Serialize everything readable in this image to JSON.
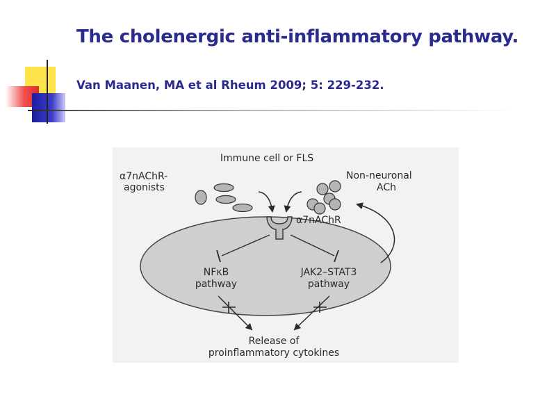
{
  "slide": {
    "title": "The cholenergic anti-inflammatory pathway.",
    "citation": "Van Maanen, MA et al Rheum 2009; 5: 229-232."
  },
  "diagram": {
    "top_label": "Immune cell or FLS",
    "agonists_line1": "α7nAChR-",
    "agonists_line2": "agonists",
    "nonneuronal_line1": "Non-neuronal",
    "nonneuronal_line2": "ACh",
    "receptor_label": "α7nAChR",
    "nfkb_line1": "NFκB",
    "nfkb_line2": "pathway",
    "jak_line1": "JAK2–STAT3",
    "jak_line2": "pathway",
    "release_line1": "Release of",
    "release_line2": "proinflammatory cytokines"
  }
}
